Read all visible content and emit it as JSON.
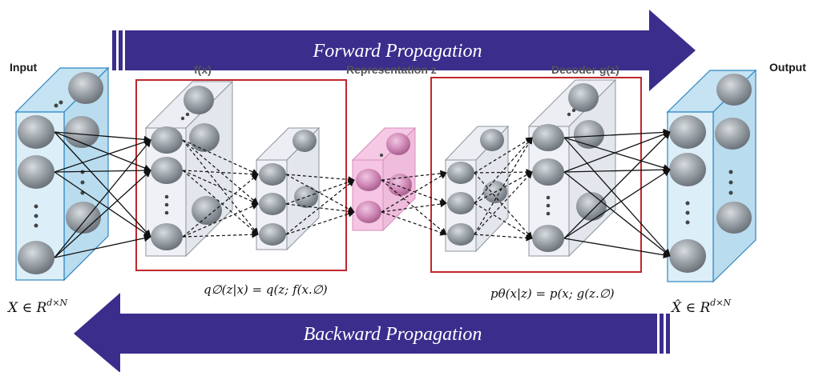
{
  "arrows": {
    "forward_label": "Forward Propagation",
    "backward_label": "Backward Propagation",
    "color": "#3a2d8c"
  },
  "labels": {
    "input": "Input",
    "output": "Output",
    "representation": "Representation z",
    "decoder": "Decoder g(z)",
    "encoder_partial": "f(x)"
  },
  "formulas": {
    "input_space": "X ∈ R",
    "input_space_sup": "d×N",
    "output_space": "X̂ ∈ R",
    "output_space_sup": "d×N",
    "encoder": "q∅(z|x) = q(z; f(x.∅)",
    "decoder": "pθ(x|z) = p(x; g(z.∅)"
  },
  "colors": {
    "box_border": "#c0272d",
    "input_layer": "#d6ecf7",
    "hidden_layer": "#e9ecf3",
    "latent_layer": "#f2b8dc",
    "node": "#8e959c",
    "latent_node": "#c87aa9"
  }
}
